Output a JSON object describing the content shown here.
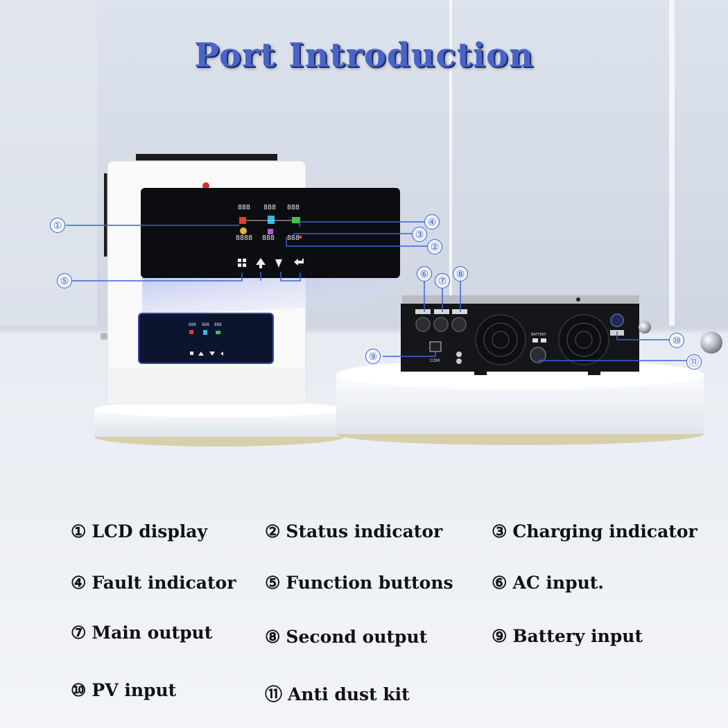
{
  "title": "Port Introduction",
  "callouts": {
    "c1": "①",
    "c2": "②",
    "c3": "③",
    "c4": "④",
    "c5": "⑤",
    "c6": "⑥",
    "c7": "⑦",
    "c8": "⑧",
    "c9": "⑨",
    "c10": "⑩",
    "c11": "⑪"
  },
  "device": {
    "lcd_readouts": [
      "888",
      "888",
      "888",
      "8888",
      "888",
      "888"
    ],
    "small_lcd_readouts": [
      "888",
      "888",
      "888"
    ],
    "rear_labels": {
      "battery": "BATTERY",
      "com": "COM"
    }
  },
  "legend": [
    {
      "num": "①",
      "label": "LCD display"
    },
    {
      "num": "②",
      "label": "Status indicator"
    },
    {
      "num": "③",
      "label": "Charging indicator"
    },
    {
      "num": "④",
      "label": "Fault indicator"
    },
    {
      "num": "⑤",
      "label": "Function buttons"
    },
    {
      "num": "⑥",
      "label": "AC input."
    },
    {
      "num": "⑦",
      "label": "Main output"
    },
    {
      "num": "⑧",
      "label": "Second output"
    },
    {
      "num": "⑨",
      "label": "Battery input"
    },
    {
      "num": "⑩",
      "label": "PV input"
    },
    {
      "num": "⑪",
      "label": "Anti dust kit"
    }
  ],
  "colors": {
    "accent": "#3a63d8",
    "title": "#4a63c9"
  }
}
